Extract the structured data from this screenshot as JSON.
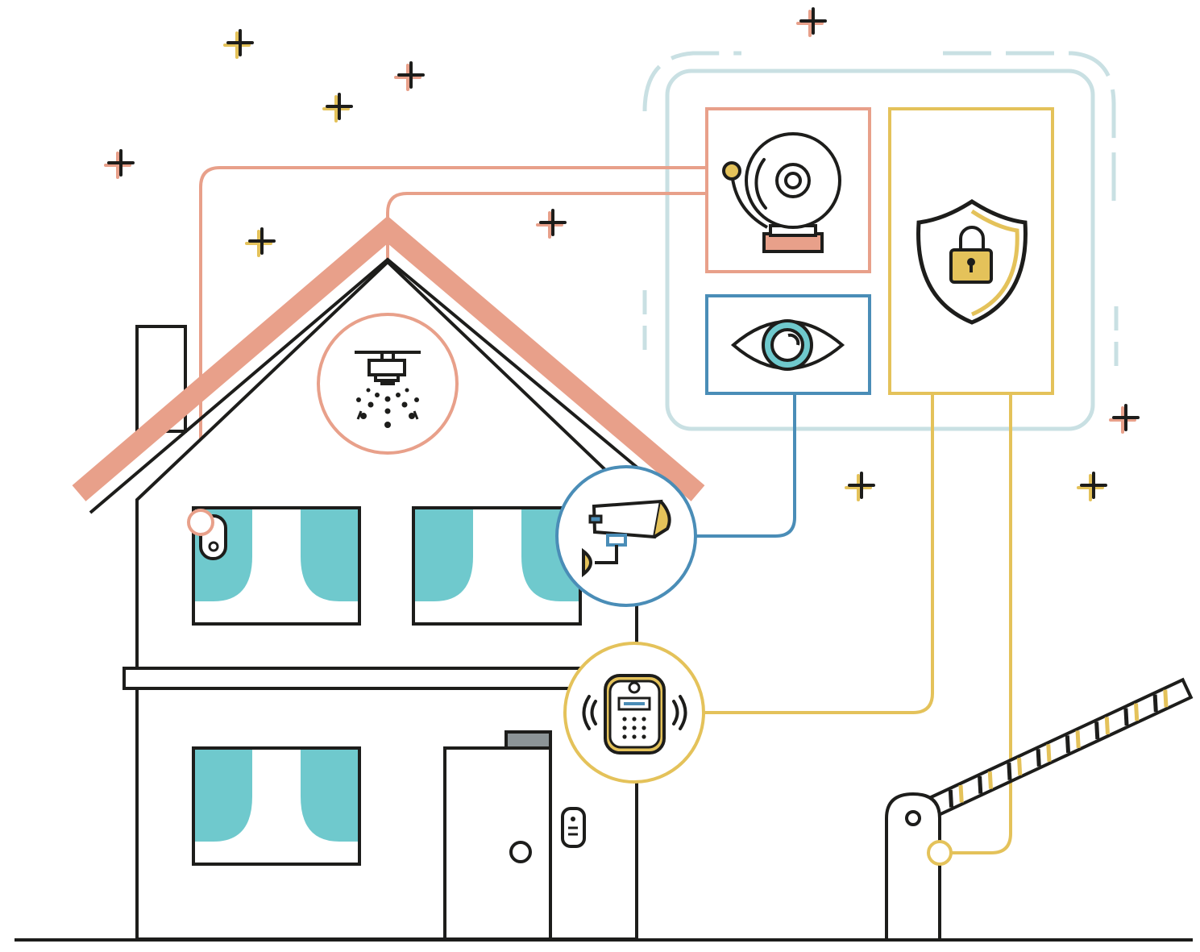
{
  "illustration": {
    "subject": "",
    "colors": {
      "outline": "#1d1d1b",
      "salmon": "#e8a08a",
      "blue": "#4a8db7",
      "gold": "#e4c25a",
      "teal": "#6fc9cd",
      "panel": "#c9e0e3",
      "gray": "#8c9497",
      "background": "#ffffff"
    },
    "panels": [
      {
        "name": "alarm-bell",
        "icon": "bell-icon",
        "color": "salmon"
      },
      {
        "name": "video-monitoring",
        "icon": "eye-icon",
        "color": "blue"
      },
      {
        "name": "security-lock",
        "icon": "shield-lock-icon",
        "color": "gold"
      }
    ],
    "devices": [
      {
        "name": "fire-sprinkler",
        "icon": "sprinkler-icon",
        "color": "salmon"
      },
      {
        "name": "cctv-camera",
        "icon": "camera-icon",
        "color": "blue"
      },
      {
        "name": "door-intercom",
        "icon": "intercom-icon",
        "color": "gold"
      },
      {
        "name": "smoke-sensor",
        "icon": "sensor-icon",
        "color": "salmon"
      },
      {
        "name": "parking-barrier",
        "icon": "barrier-icon",
        "color": "gold"
      }
    ]
  }
}
